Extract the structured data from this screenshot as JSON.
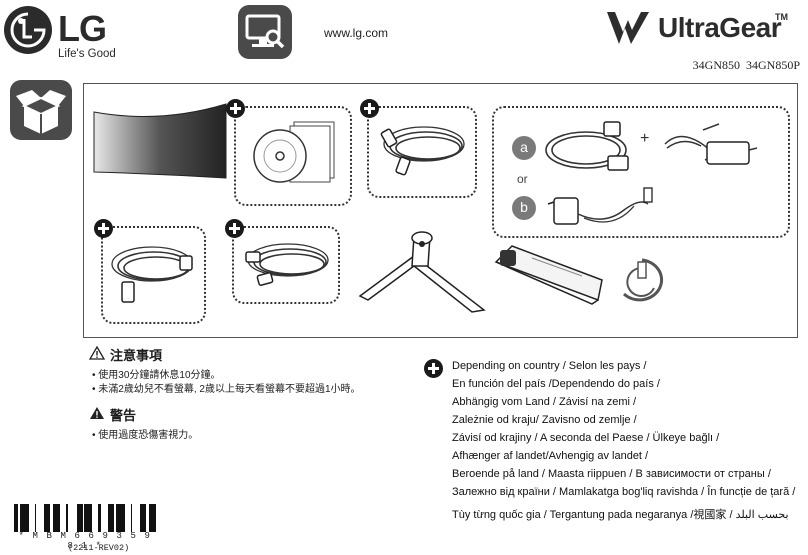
{
  "header": {
    "brand": "LG",
    "slogan": "Life's Good",
    "url": "www.lg.com",
    "product_line": "UltraGear",
    "trademark": "TM",
    "models": "34GN850  34GN850P"
  },
  "contents": {
    "option_a": "a",
    "option_b": "b",
    "or_label": "or",
    "plus_label": "+"
  },
  "warning": {
    "title": "注意事項",
    "lines": [
      "• 使用30分鐘請休息10分鐘。",
      "• 未滿2歲幼兒不看螢幕, 2歲以上每天看螢幕不要超過1小時。"
    ]
  },
  "caution": {
    "title": "警告",
    "lines": [
      "• 使用過度恐傷害視力。"
    ]
  },
  "country_notice": {
    "lines": [
      "Depending on country /  Selon les pays /",
      "En función del país /Dependendo do país /",
      "Abhängig vom Land / Závisí na zemi /",
      "Zależnie od kraju/ Zavisno od zemlje /",
      "Závisí od krajiny /  A seconda del Paese / Ülkeye bağlı /",
      "Afhænger af landet/Avhengig av landet /",
      "Beroende på land / Maasta riippuen / В зависимости от страны /",
      "Залежно від країни / Mamlakatga bog'liq ravishda / În funcție de țară /",
      "Tùy từng quốc gia  / Tergantung pada negaranya /視國家 / بحسب البلد"
    ]
  },
  "barcode": {
    "text": "* M B M 6 6 9 3 5 9 8 1 *",
    "revision": "(2211-REV02)"
  }
}
